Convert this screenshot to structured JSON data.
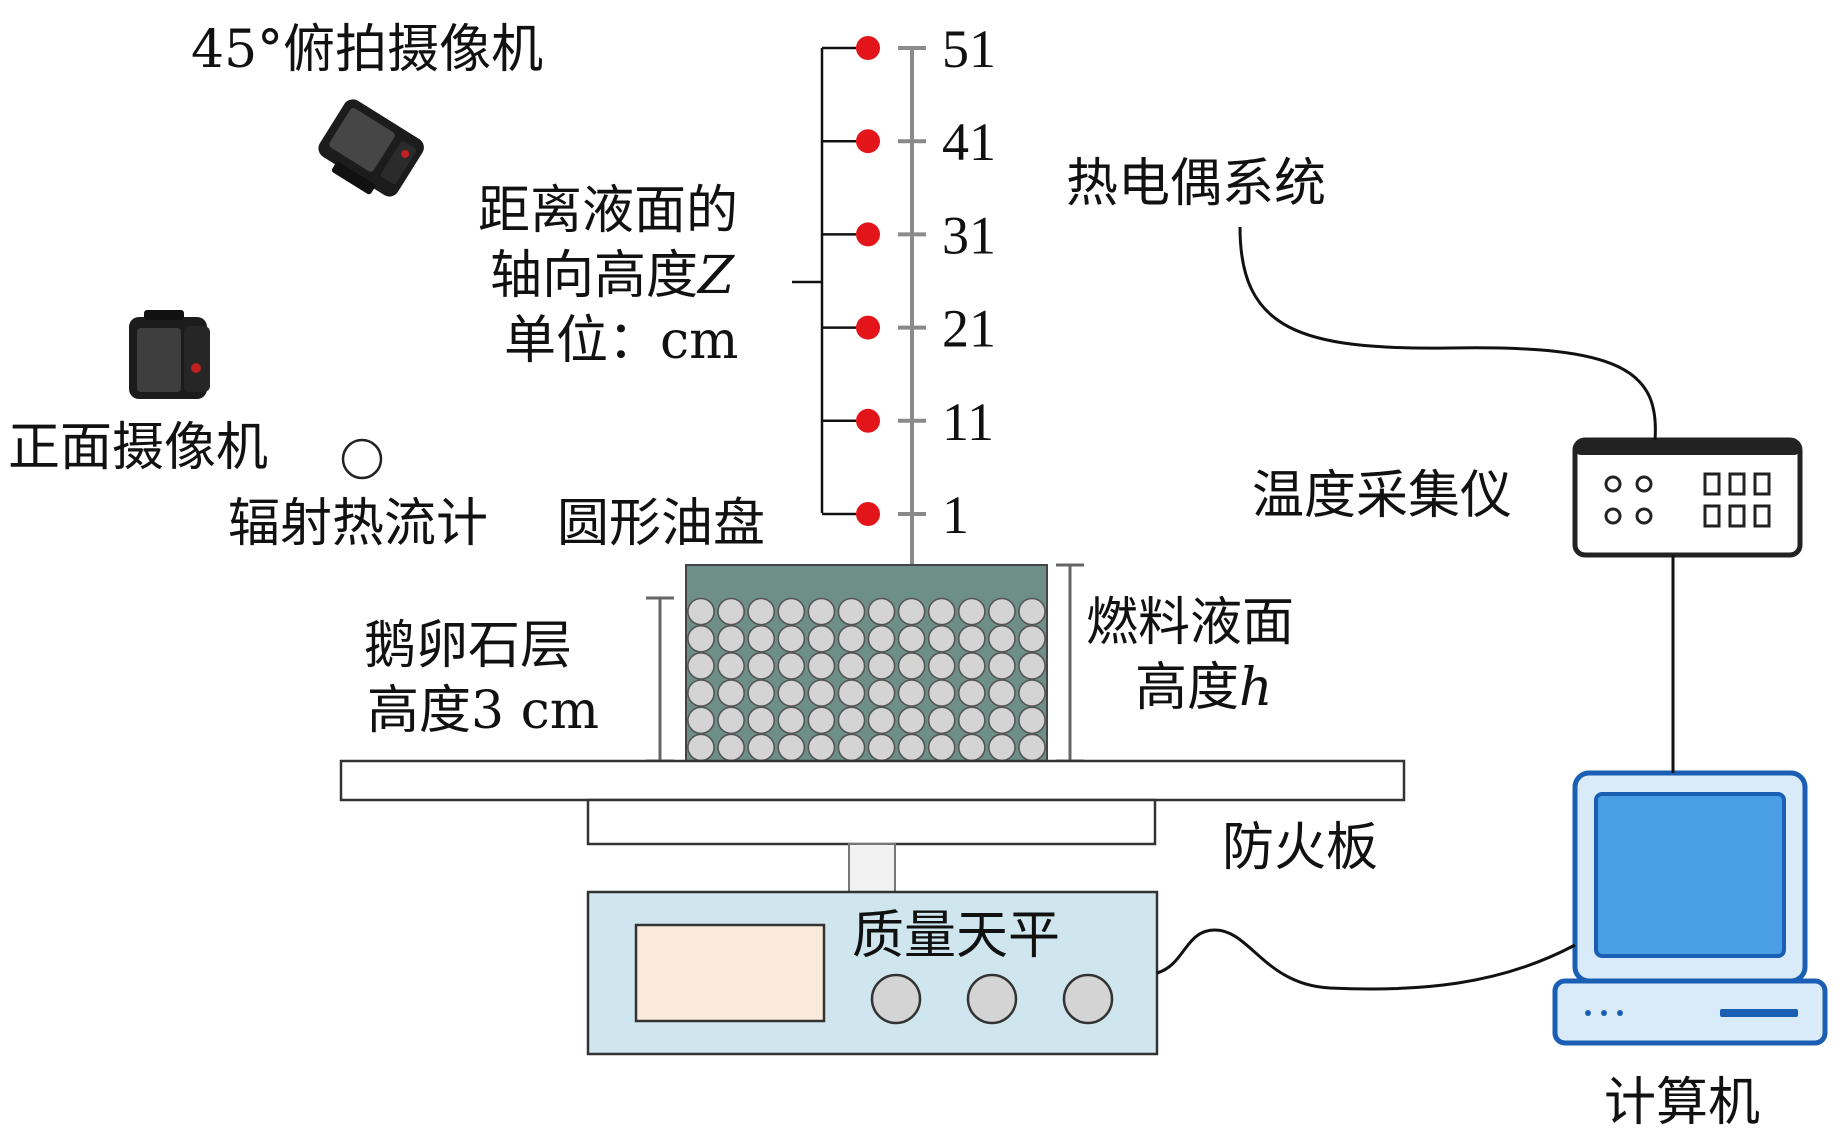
{
  "labels": {
    "camera_45": "45°俯拍摄像机",
    "camera_front": "正面摄像机",
    "radiometer": "辐射热流计",
    "pan": "圆形油盘",
    "height_axis_line1": "距离液面的",
    "height_axis_line2_prefix": "轴向高度",
    "height_axis_line2_var": "Z",
    "height_axis_line3": "单位：cm",
    "thermocouple_system": "热电偶系统",
    "temp_logger": "温度采集仪",
    "pebble_line1": "鹅卵石层",
    "pebble_line2": "高度3 cm",
    "fuel_line1": "燃料液面",
    "fuel_line2_prefix": "高度",
    "fuel_line2_var": "h",
    "fireboard": "防火板",
    "balance": "质量天平",
    "computer": "计算机"
  },
  "thermocouple_heights": [
    "51",
    "41",
    "31",
    "21",
    "11",
    "1"
  ],
  "colors": {
    "thermocouple_point": "#e3151b",
    "fuel_layer": "#6e8f88",
    "pebble_fill": "#d4d4d4",
    "balance_body": "#cfe6ee",
    "balance_display": "#fbe9dc",
    "computer_blue": "#1a5fb3",
    "computer_screen": "#4a9ee3"
  },
  "icons": [
    "camera-icon",
    "camera-icon",
    "radiometer-icon",
    "temperature-logger-icon",
    "computer-icon",
    "balance-icon"
  ]
}
